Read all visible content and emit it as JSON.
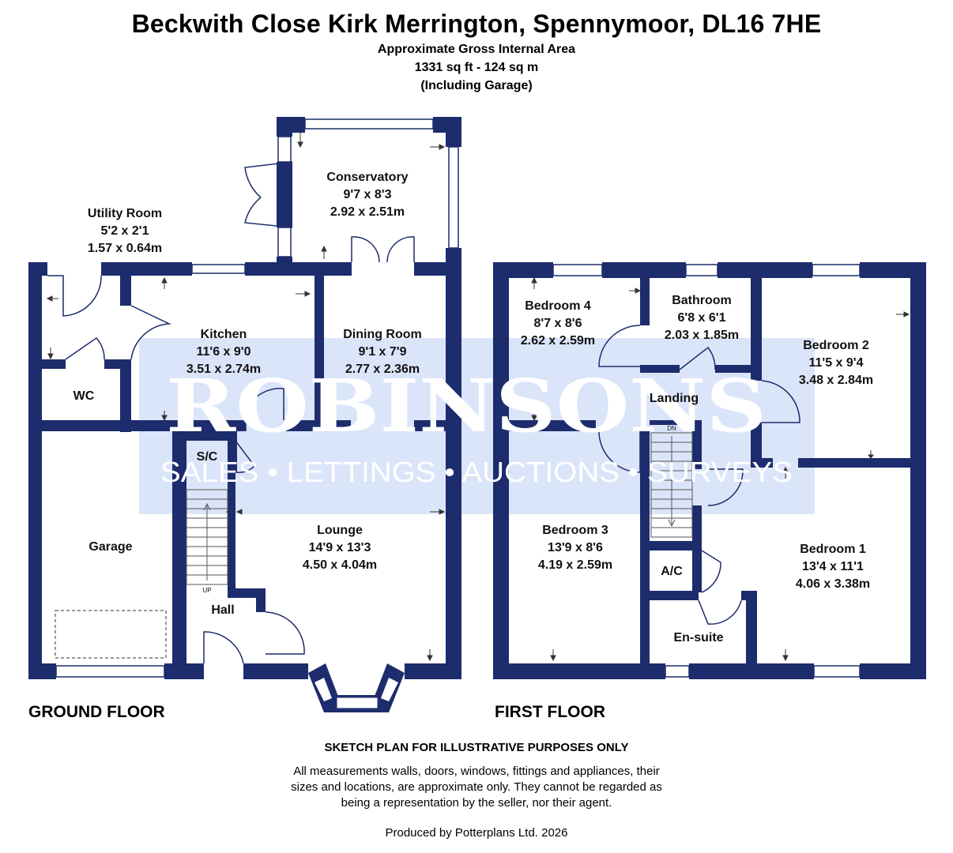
{
  "header": {
    "title": "Beckwith Close Kirk Merrington, Spennymoor, DL16 7HE",
    "area_label": "Approximate Gross Internal Area",
    "area_value": "1331 sq ft - 124 sq m",
    "area_note": "(Including Garage)"
  },
  "watermark": {
    "brand": "ROBINSONS",
    "tagline": "SALES • LETTINGS • AUCTIONS • SURVEYS"
  },
  "floors": {
    "ground": "GROUND FLOOR",
    "first": "FIRST FLOOR"
  },
  "rooms": {
    "conservatory": {
      "name": "Conservatory",
      "imperial": "9'7 x 8'3",
      "metric": "2.92 x 2.51m"
    },
    "utility": {
      "name": "Utility Room",
      "imperial": "5'2 x 2'1",
      "metric": "1.57 x 0.64m"
    },
    "kitchen": {
      "name": "Kitchen",
      "imperial": "11'6 x 9'0",
      "metric": "3.51 x 2.74m"
    },
    "dining": {
      "name": "Dining Room",
      "imperial": "9'1 x 7'9",
      "metric": "2.77 x 2.36m"
    },
    "wc": {
      "name": "WC"
    },
    "sc": {
      "name": "S/C"
    },
    "garage": {
      "name": "Garage"
    },
    "lounge": {
      "name": "Lounge",
      "imperial": "14'9 x 13'3",
      "metric": "4.50 x 4.04m"
    },
    "hall": {
      "name": "Hall"
    },
    "bedroom4": {
      "name": "Bedroom 4",
      "imperial": "8'7 x 8'6",
      "metric": "2.62 x 2.59m"
    },
    "bathroom": {
      "name": "Bathroom",
      "imperial": "6'8 x 6'1",
      "metric": "2.03 x 1.85m"
    },
    "bedroom2": {
      "name": "Bedroom 2",
      "imperial": "11'5 x 9'4",
      "metric": "3.48 x 2.84m"
    },
    "landing": {
      "name": "Landing"
    },
    "bedroom3": {
      "name": "Bedroom 3",
      "imperial": "13'9 x 8'6",
      "metric": "4.19 x 2.59m"
    },
    "bedroom1": {
      "name": "Bedroom 1",
      "imperial": "13'4 x 11'1",
      "metric": "4.06 x 3.38m"
    },
    "ac": {
      "name": "A/C"
    },
    "ensuite": {
      "name": "En-suite"
    }
  },
  "stairs": {
    "up": "UP",
    "down": "DN"
  },
  "disclaimer": {
    "heading": "SKETCH PLAN FOR ILLUSTRATIVE PURPOSES ONLY",
    "line1": "All measurements walls, doors, windows, fittings and appliances, their",
    "line2": "sizes and locations, are approximate only. They cannot be regarded as",
    "line3": "being a representation by the seller, nor their agent."
  },
  "credit": "Produced by Potterplans Ltd. 2026",
  "colors": {
    "wall": "#1c2c6c",
    "watermark_panel": "#dbe5f9",
    "background": "#ffffff"
  }
}
